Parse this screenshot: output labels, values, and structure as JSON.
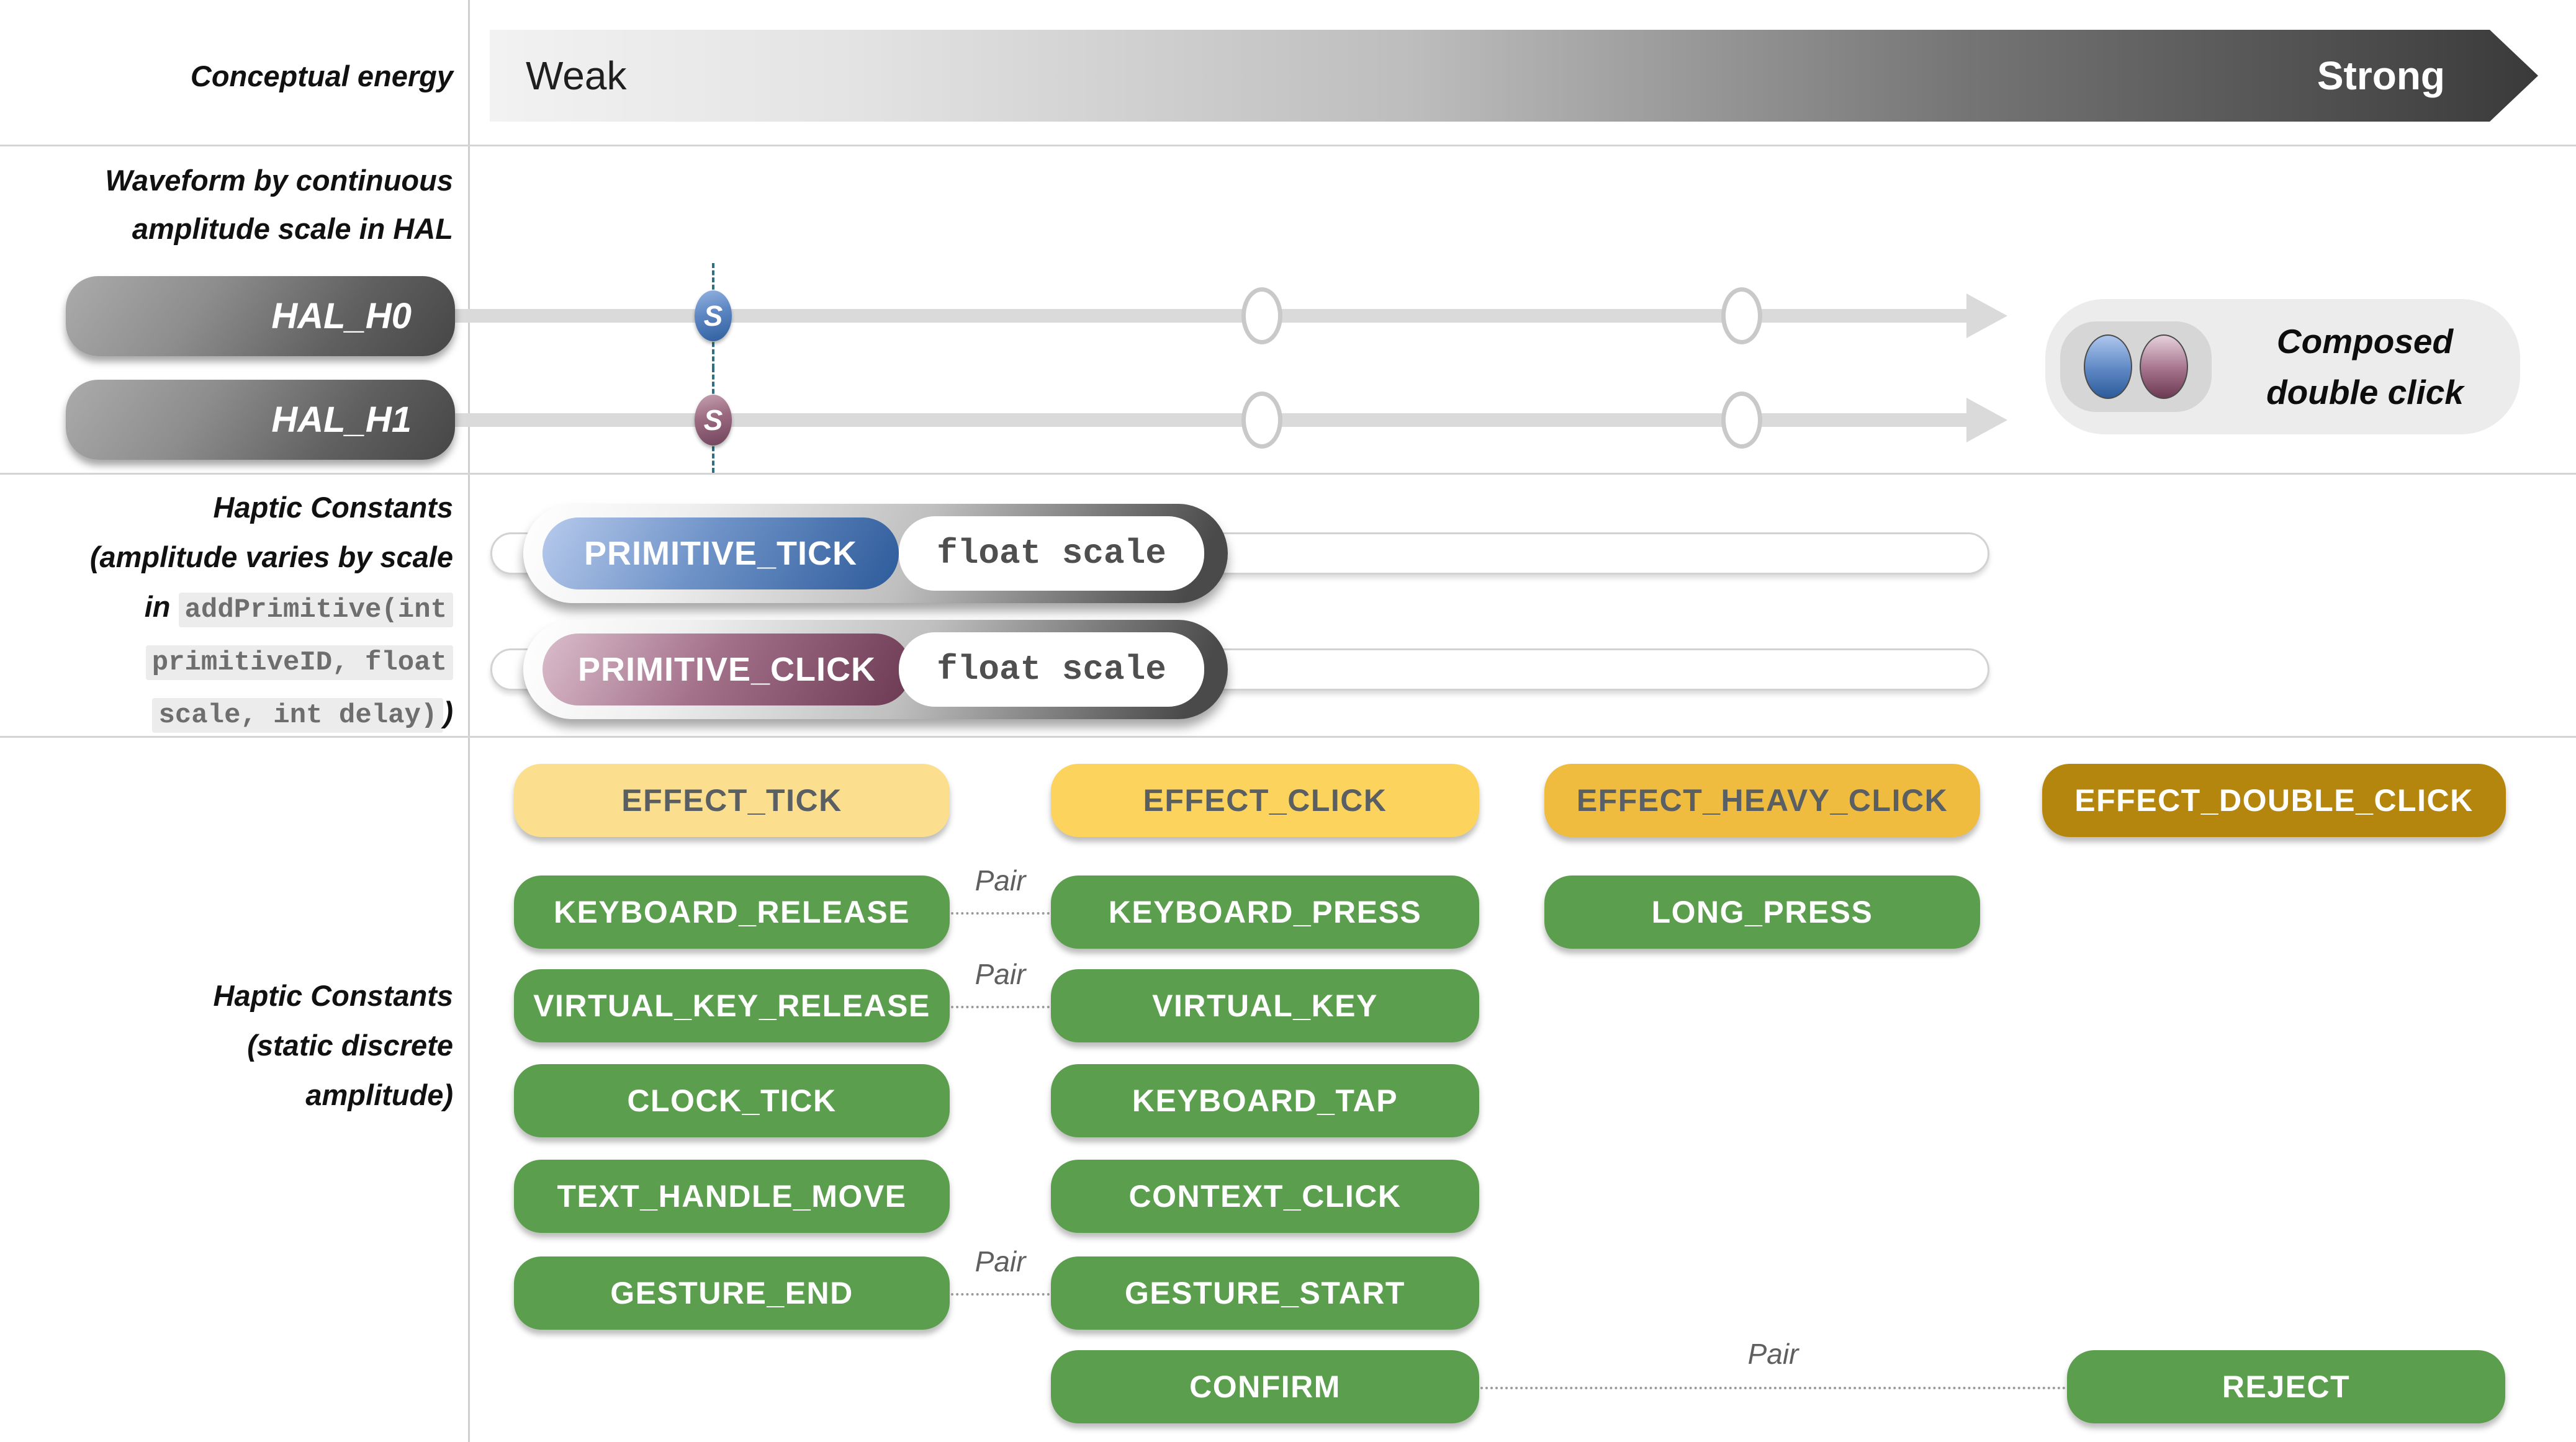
{
  "conceptual": {
    "label": "Conceptual energy",
    "weak": "Weak",
    "strong": "Strong"
  },
  "hal": {
    "label_line1": "Waveform by continuous",
    "label_line2": "amplitude scale in HAL",
    "h0": "HAL_H0",
    "h1": "HAL_H1",
    "s_marker": "S",
    "composed_line1": "Composed",
    "composed_line2": "double click"
  },
  "primitives": {
    "label_line1": "Haptic Constants",
    "label_line2": "(amplitude varies by scale",
    "label_line3_prefix": "in ",
    "code_line1": "addPrimitive(int",
    "code_line2": "primitiveID, float",
    "code_line3": "scale, int delay)",
    "label_suffix": ")",
    "tick_name": "PRIMITIVE_TICK",
    "tick_param": "float scale",
    "click_name": "PRIMITIVE_CLICK",
    "click_param": "float scale"
  },
  "constants": {
    "label_line1": "Haptic Constants",
    "label_line2": "(static discrete",
    "label_line3": "amplitude)",
    "pair_label": "Pair",
    "pills": {
      "effect_tick": "EFFECT_TICK",
      "effect_click": "EFFECT_CLICK",
      "effect_heavy_click": "EFFECT_HEAVY_CLICK",
      "effect_double_click": "EFFECT_DOUBLE_CLICK",
      "keyboard_release": "KEYBOARD_RELEASE",
      "keyboard_press": "KEYBOARD_PRESS",
      "long_press": "LONG_PRESS",
      "virtual_key_release": "VIRTUAL_KEY_RELEASE",
      "virtual_key": "VIRTUAL_KEY",
      "clock_tick": "CLOCK_TICK",
      "keyboard_tap": "KEYBOARD_TAP",
      "text_handle_move": "TEXT_HANDLE_MOVE",
      "context_click": "CONTEXT_CLICK",
      "gesture_end": "GESTURE_END",
      "gesture_start": "GESTURE_START",
      "confirm": "CONFIRM",
      "reject": "REJECT"
    }
  },
  "colors": {
    "effect_tick_bg": "#FBDF8F",
    "effect_click_bg": "#FCD35C",
    "effect_heavy_click_bg": "#EFBC3F",
    "effect_double_click_bg": "#B5860D",
    "green_bg": "#5B9E4D",
    "blue_accent": "#2D5B9A",
    "mauve_accent": "#6D3A53",
    "teal_dash": "#2F6F80"
  }
}
